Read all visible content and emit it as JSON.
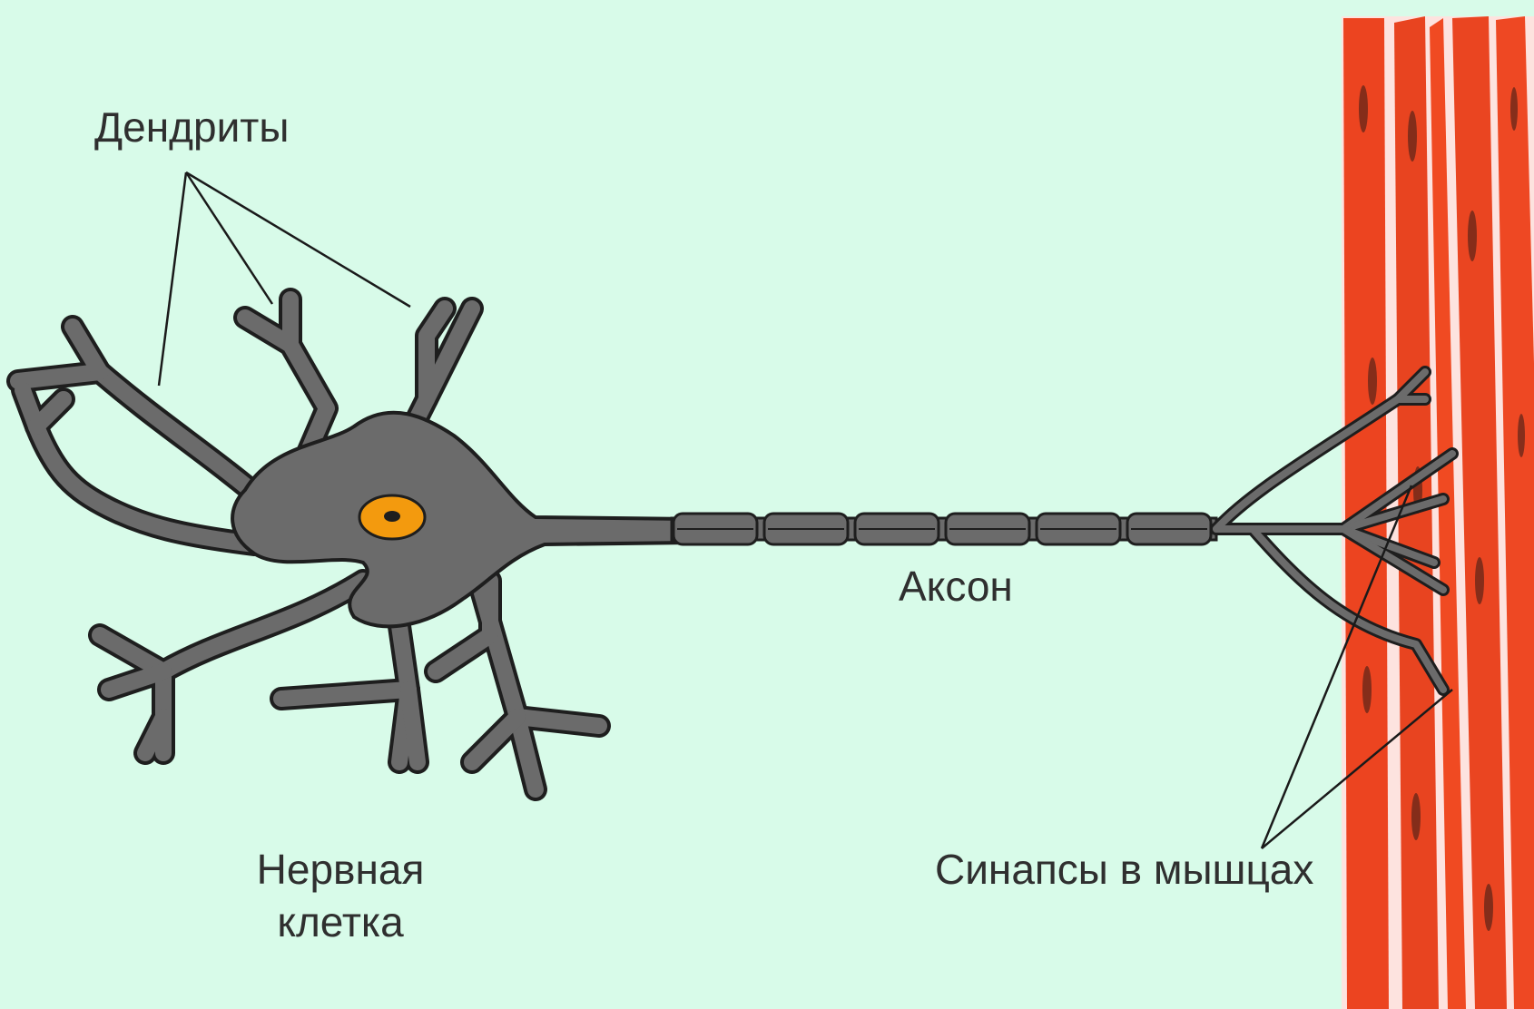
{
  "labels": {
    "dendrites": "Дендриты",
    "nerve_cell_line1": "Нервная",
    "nerve_cell_line2": "клетка",
    "axon": "Аксон",
    "synapses": "Синапсы в мышцах"
  },
  "colors": {
    "background": "#d8fbe9",
    "neuron_fill": "#6b6b6b",
    "neuron_outline": "#1e1e1e",
    "nucleus": "#f39a0e",
    "muscle": "#ec4420",
    "muscle_gap": "#fde3df",
    "leader_line": "#1a1a1a"
  }
}
